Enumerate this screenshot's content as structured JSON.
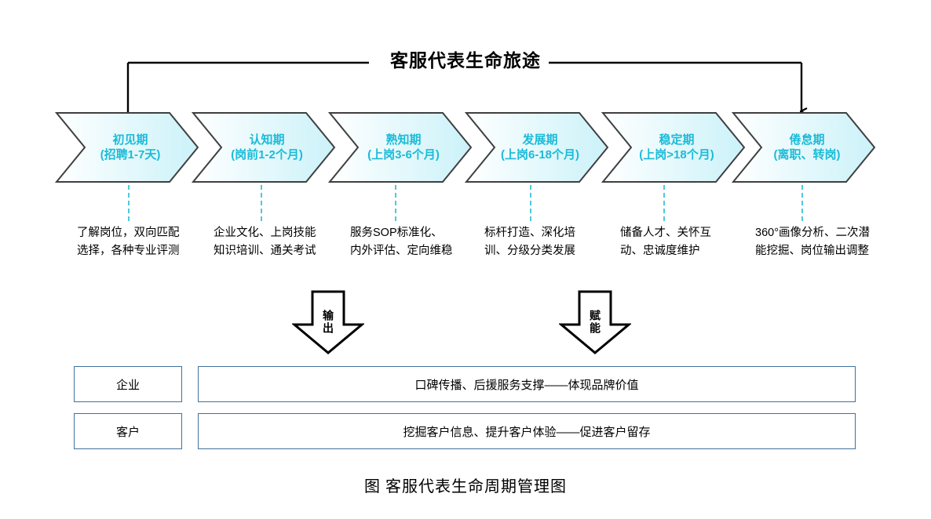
{
  "title": "客服代表生命旅途",
  "caption": "图  客服代表生命周期管理图",
  "colors": {
    "stage_text": "#1BBBD8",
    "stage_fill_start": "#FFFFFF",
    "stage_fill_end": "#CFF3F9",
    "stage_stroke": "#3F3F3F",
    "connector_dash": "#4FC8DE",
    "box_border": "#41719C",
    "bracket": "#000000"
  },
  "stages": [
    {
      "name": "初见期",
      "period": "(招聘1-7天)",
      "desc": "了解岗位，双向匹配选择，各种专业评测"
    },
    {
      "name": "认知期",
      "period": "(岗前1-2个月)",
      "desc": "企业文化、上岗技能知识培训、通关考试"
    },
    {
      "name": "熟知期",
      "period": "(上岗3-6个月)",
      "desc": "服务SOP标准化、内外评估、定向维稳"
    },
    {
      "name": "发展期",
      "period": "(上岗6-18个月)",
      "desc": "标杆打造、深化培训、分级分类发展"
    },
    {
      "name": "稳定期",
      "period": "(上岗>18个月)",
      "desc": "储备人才、关怀互动、忠诚度维护"
    },
    {
      "name": "倦怠期",
      "period": "(离职、转岗)",
      "desc": "360°画像分析、二次潜能挖掘、岗位输出调整"
    }
  ],
  "arrows": [
    {
      "label": "输出"
    },
    {
      "label": "赋能"
    }
  ],
  "outcomes": [
    {
      "key": "企业",
      "value": "口碑传播、后援服务支撑——体现品牌价值"
    },
    {
      "key": "客户",
      "value": "挖掘客户信息、提升客户体验——促进客户留存"
    }
  ]
}
